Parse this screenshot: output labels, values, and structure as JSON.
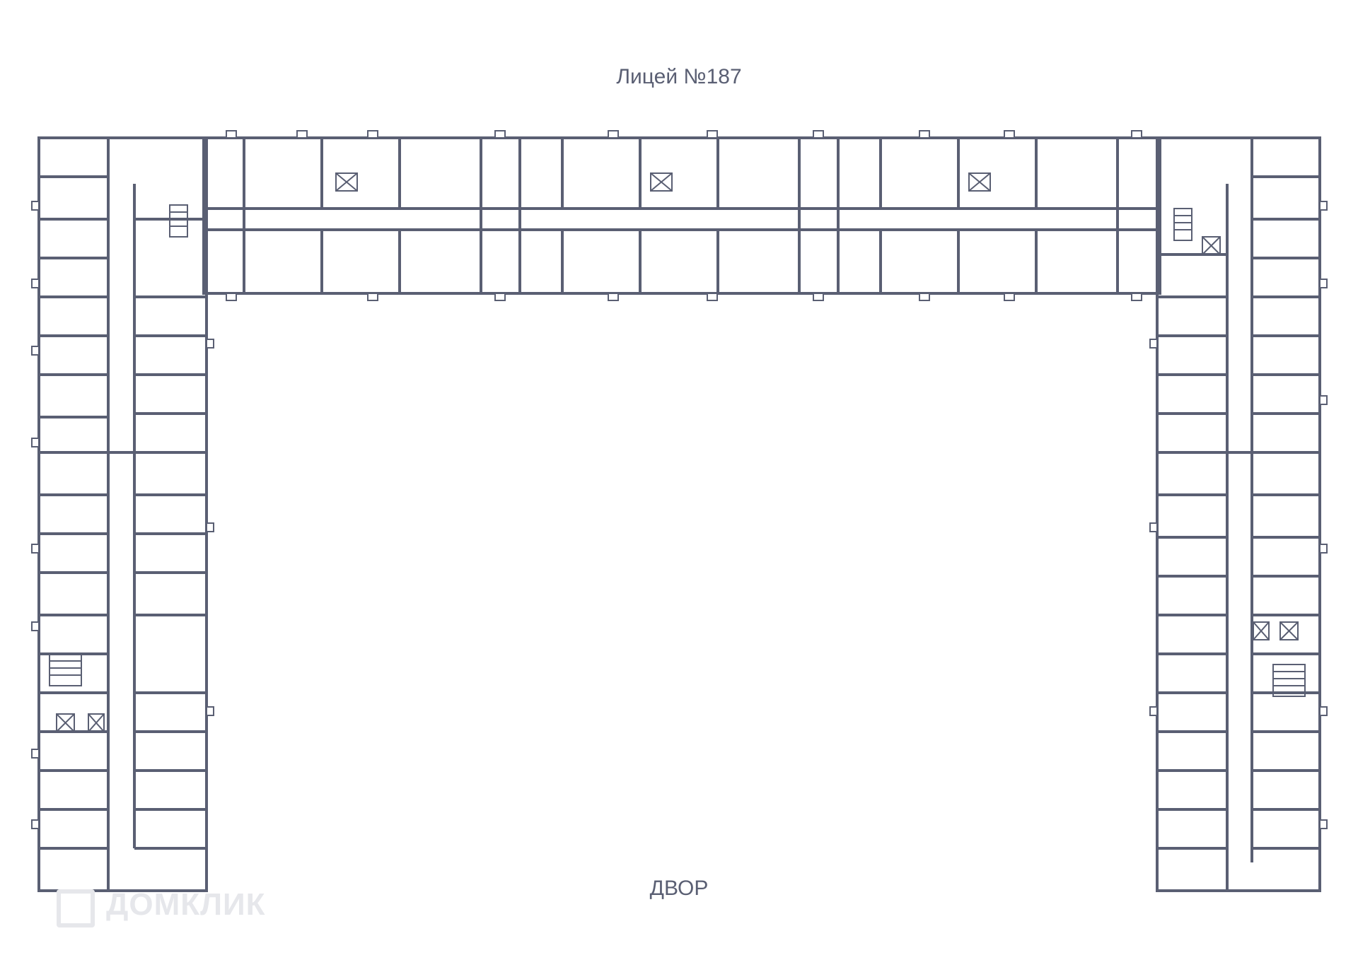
{
  "top_label": "Лицей №187",
  "bottom_label": "ДВОР",
  "watermark_text": "ДОМКЛИК",
  "colors": {
    "wall": "#5a5f73",
    "text": "#5a5f73",
    "background": "#ffffff",
    "watermark": "#e6e7eb"
  }
}
